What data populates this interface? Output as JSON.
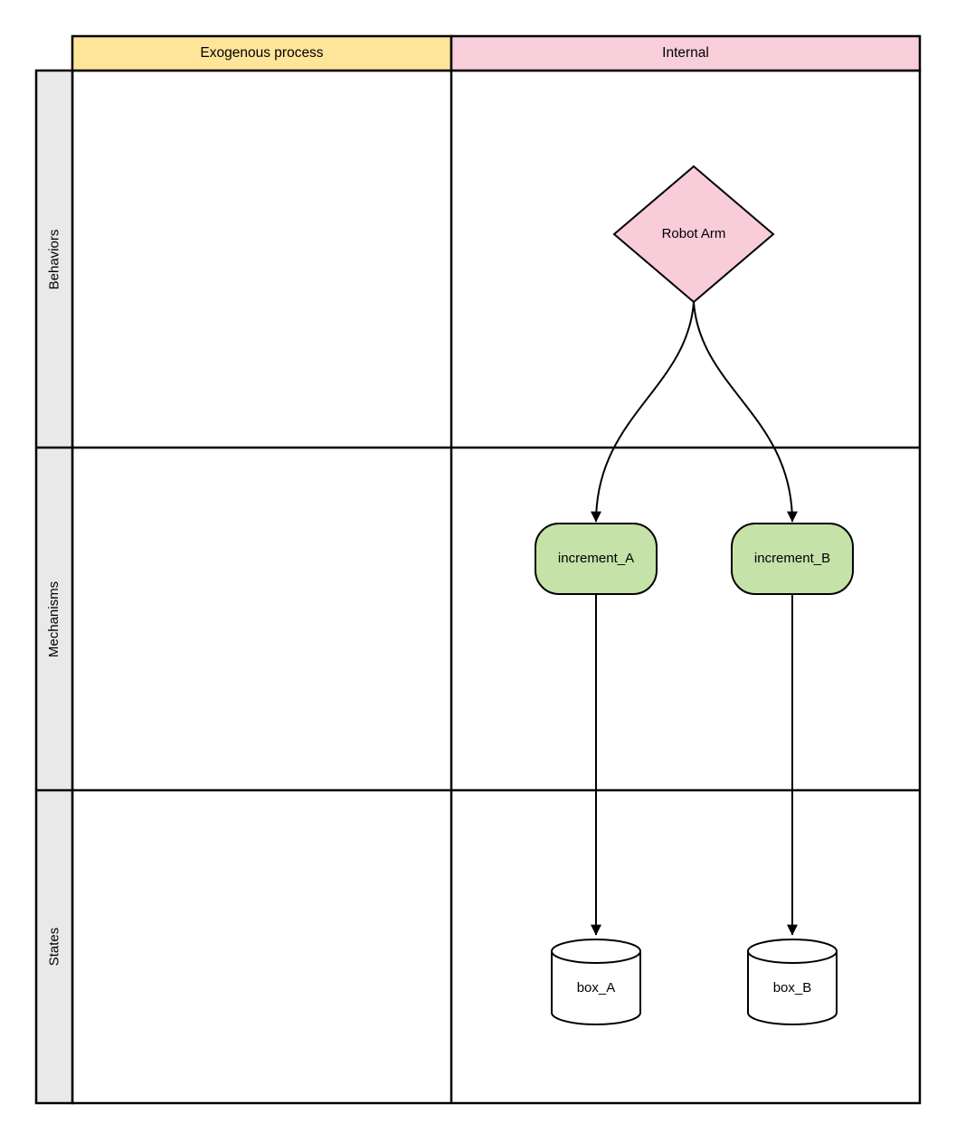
{
  "diagram": {
    "columns": [
      {
        "id": "exogenous",
        "label": "Exogenous process"
      },
      {
        "id": "internal",
        "label": "Internal"
      }
    ],
    "rows": [
      {
        "id": "behaviors",
        "label": "Behaviors"
      },
      {
        "id": "mechanisms",
        "label": "Mechanisms"
      },
      {
        "id": "states",
        "label": "States"
      }
    ],
    "nodes": [
      {
        "id": "robot-arm",
        "label": "Robot Arm",
        "shape": "diamond",
        "row": "Behaviors",
        "column": "Internal"
      },
      {
        "id": "increment-a",
        "label": "increment_A",
        "shape": "rounded-rectangle",
        "row": "Mechanisms",
        "column": "Internal"
      },
      {
        "id": "increment-b",
        "label": "increment_B",
        "shape": "rounded-rectangle",
        "row": "Mechanisms",
        "column": "Internal"
      },
      {
        "id": "box-a",
        "label": "box_A",
        "shape": "cylinder",
        "row": "States",
        "column": "Internal"
      },
      {
        "id": "box-b",
        "label": "box_B",
        "shape": "cylinder",
        "row": "States",
        "column": "Internal"
      }
    ],
    "edges": [
      {
        "from": "Robot Arm",
        "to": "increment_A",
        "style": "curved-arrow"
      },
      {
        "from": "Robot Arm",
        "to": "increment_B",
        "style": "curved-arrow"
      },
      {
        "from": "increment_A",
        "to": "box_A",
        "style": "straight-arrow"
      },
      {
        "from": "increment_B",
        "to": "box_B",
        "style": "straight-arrow"
      }
    ],
    "colors": {
      "exogenous_header_fill": "#ffe59a",
      "internal_header_fill": "#f8cedb",
      "row_label_fill": "#e9e9e9",
      "diamond_fill": "#f8ccd9",
      "mechanism_fill": "#c5e2a8",
      "cylinder_fill": "#ffffff",
      "line": "#000000"
    }
  }
}
